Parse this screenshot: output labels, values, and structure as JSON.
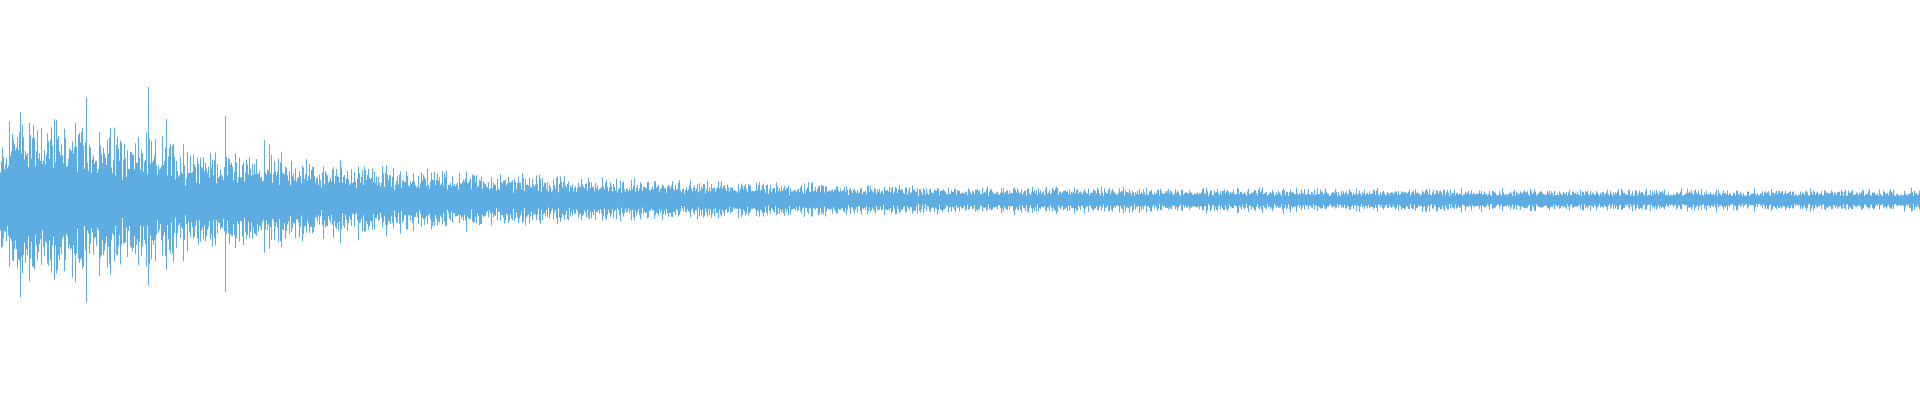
{
  "waveform": {
    "color": "#5dade2",
    "background": "#ffffff",
    "peak_amplitude": 0.9,
    "sustain_amplitude": 0.1,
    "decay_shape": "exponential"
  }
}
